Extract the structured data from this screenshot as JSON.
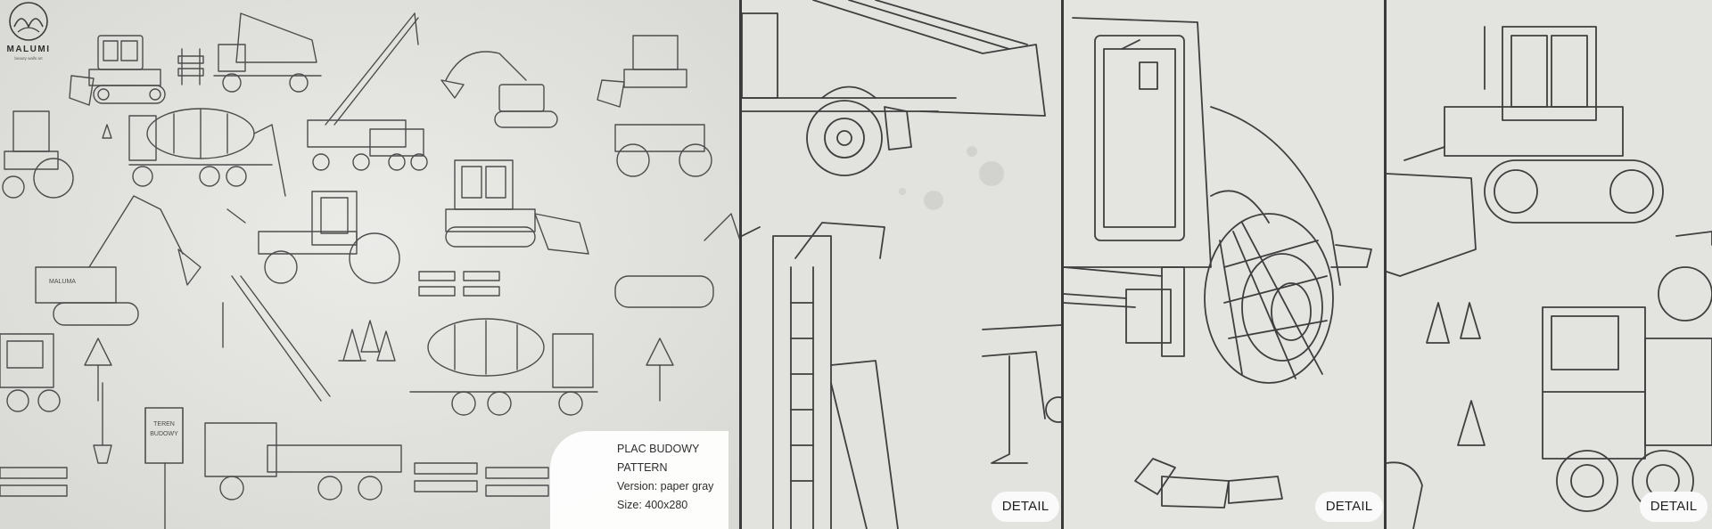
{
  "product": {
    "title_line1": "PLAC BUDOWY",
    "title_line2": "PATTERN",
    "version": "Version: paper gray",
    "size": "Size: 400x280"
  },
  "brand": {
    "name": "MALUMI",
    "tagline": "beauty walls art"
  },
  "sign_text": {
    "teren": "TEREN",
    "budowy": "BUDOWY"
  },
  "vehicle_text": "MALUMA",
  "detail_labels": [
    "DETAIL",
    "DETAIL",
    "DETAIL"
  ],
  "colors": {
    "paper": "#e4e4e1",
    "paper_dark": "#d6d6d2",
    "ink": "#4a4a4a",
    "separator": "#3a3a3a",
    "card": "#ffffff"
  }
}
